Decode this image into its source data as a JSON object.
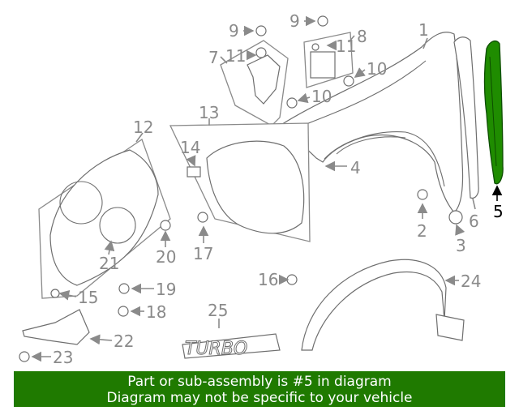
{
  "callouts": [
    "1",
    "2",
    "3",
    "4",
    "5",
    "6",
    "7",
    "8",
    "9",
    "9",
    "10",
    "10",
    "11",
    "11",
    "12",
    "13",
    "14",
    "15",
    "16",
    "17",
    "18",
    "19",
    "20",
    "21",
    "22",
    "23",
    "24",
    "25"
  ],
  "highlight_color": "#1f8c00",
  "artwork_text": "TURBO",
  "footer": {
    "line1": "Part or sub-assembly is #5 in diagram",
    "line2": "Diagram may not be specific to your vehicle",
    "background": "#1f7a00"
  }
}
